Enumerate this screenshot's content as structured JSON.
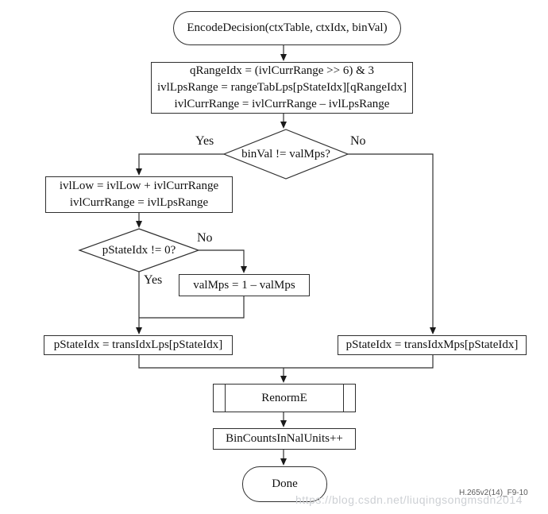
{
  "nodes": {
    "start": {
      "label": "EncodeDecision(ctxTable, ctxIdx, binVal)"
    },
    "init": {
      "line1": "qRangeIdx = (ivlCurrRange >> 6) & 3",
      "line2": "ivlLpsRange = rangeTabLps[pStateIdx][qRangeIdx]",
      "line3": "ivlCurrRange = ivlCurrRange – ivlLpsRange"
    },
    "decision_binval": {
      "question": "binVal != valMps?",
      "yes": "Yes",
      "no": "No"
    },
    "lps_update": {
      "line1": "ivlLow = ivlLow + ivlCurrRange",
      "line2": "ivlCurrRange = ivlLpsRange"
    },
    "decision_pstate": {
      "question": "pStateIdx != 0?",
      "yes": "Yes",
      "no": "No"
    },
    "flip_valmps": {
      "label": "valMps = 1 – valMps"
    },
    "trans_lps": {
      "label": "pStateIdx = transIdxLps[pStateIdx]"
    },
    "trans_mps": {
      "label": "pStateIdx = transIdxMps[pStateIdx]"
    },
    "renorm": {
      "label": "RenormE"
    },
    "bin_counts": {
      "label": "BinCountsInNalUnits++"
    },
    "done": {
      "label": "Done"
    }
  },
  "footer": {
    "watermark": "https://blog.csdn.net/liuqingsongmsdn2014",
    "figure_label": "H.265v2(14)_F9-10"
  },
  "colors": {
    "line": "#2f2f2f",
    "text": "#111111",
    "watermark": "#cdd0d4",
    "background": "#ffffff"
  }
}
